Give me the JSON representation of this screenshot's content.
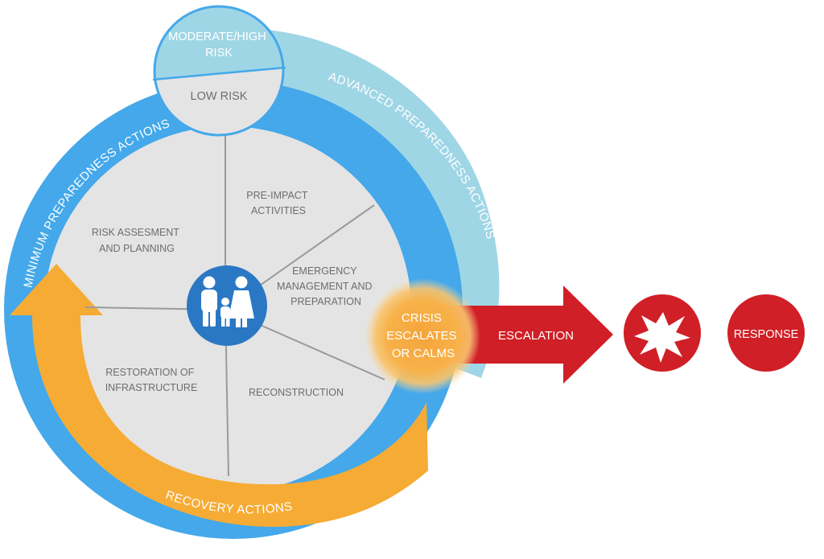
{
  "risk_level": {
    "high": [
      "MODERATE/HIGH",
      "RISK"
    ],
    "low": "LOW RISK"
  },
  "arcs": {
    "minimum": "MINIMUM PREPAREDNESS ACTIONS",
    "advanced": "ADVANCED PREPAREDNESS ACTIONS",
    "recovery": "RECOVERY ACTIONS"
  },
  "segments": {
    "pre_impact": [
      "PRE-IMPACT",
      "ACTIVITIES"
    ],
    "risk_assessment": [
      "RISK ASSESMENT",
      "AND PLANNING"
    ],
    "emergency": [
      "EMERGENCY",
      "MANAGEMENT AND",
      "PREPARATION"
    ],
    "restoration": [
      "RESTORATION OF",
      "INFRASTRUCTURE"
    ],
    "reconstruction": "RECONSTRUCTION"
  },
  "crisis": [
    "CRISIS",
    "ESCALATES",
    "OR CALMS"
  ],
  "escalation": "ESCALATION",
  "response": "RESPONSE",
  "center_icon": "family-icon",
  "explosion_icon": "explosion-icon",
  "colors": {
    "minimum_blue": "#44a8ea",
    "advanced_blue": "#9fd6e6",
    "recovery_orange": "#f6ab35",
    "inner_grey": "#e4e4e4",
    "crisis_orange": "#f7b24a",
    "escalation_red": "#d01f26"
  }
}
